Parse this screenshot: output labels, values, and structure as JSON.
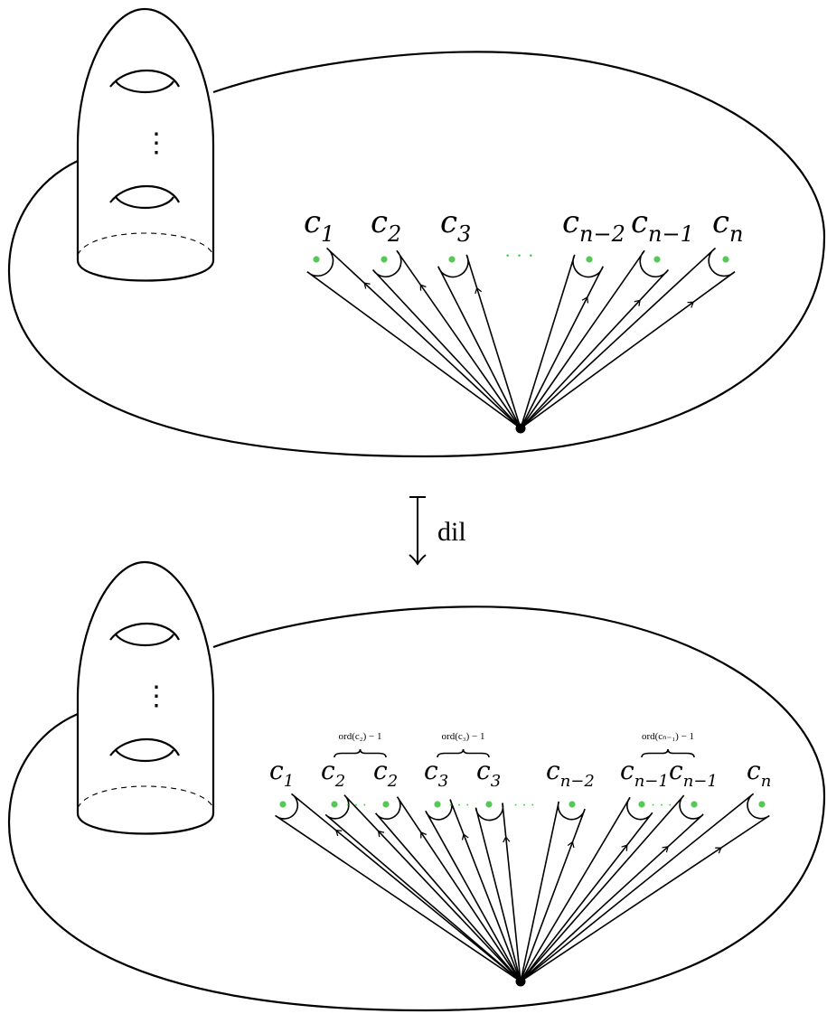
{
  "colors": {
    "puncture": "#55c955",
    "ink": "#000000"
  },
  "map_label": "dil",
  "dots_text": "· · ·",
  "vdots_text": "⋮",
  "top": {
    "labels": [
      {
        "base": "c",
        "sub": "1"
      },
      {
        "base": "c",
        "sub": "2"
      },
      {
        "base": "c",
        "sub": "3"
      },
      {
        "base": "c",
        "sub": "n−2"
      },
      {
        "base": "c",
        "sub": "n−1"
      },
      {
        "base": "c",
        "sub": "n"
      }
    ]
  },
  "bottom": {
    "labels": [
      {
        "base": "c",
        "sub": "1"
      },
      {
        "base": "c",
        "sub": "2"
      },
      {
        "base": "c",
        "sub": "2"
      },
      {
        "base": "c",
        "sub": "3"
      },
      {
        "base": "c",
        "sub": "3"
      },
      {
        "base": "c",
        "sub": "n−2"
      },
      {
        "base": "c",
        "sub": "n−1"
      },
      {
        "base": "c",
        "sub": "n−1"
      },
      {
        "base": "c",
        "sub": "n"
      }
    ],
    "braces": [
      {
        "text": "ord(c₂) − 1"
      },
      {
        "text": "ord(c₃) − 1"
      },
      {
        "text": "ord(cₙ₋₁) − 1"
      }
    ]
  }
}
